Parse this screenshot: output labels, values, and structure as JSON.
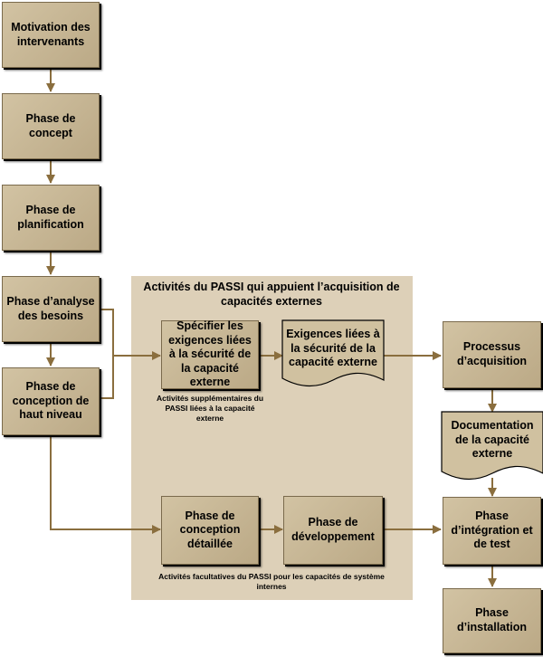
{
  "panel": {
    "title": "Activités du PASSI qui appuient l’acquisition de capacités externes",
    "note_top": "Activités supplémentaires du PASSI liées à la capacité externe",
    "note_bottom": "Activités facultatives du PASSI pour les capacités de système internes"
  },
  "boxes": {
    "motivation": "Motivation des intervenants",
    "concept": "Phase de concept",
    "planification": "Phase de planification",
    "analyse": "Phase d’analyse des besoins",
    "conception_haut": "Phase de conception de haut niveau",
    "specifier": "Spécifier les exigences liées à la sécurité de la capacité externe",
    "conception_detaillee": "Phase de conception détaillée",
    "developpement": "Phase de développement",
    "processus": "Processus d’acquisition",
    "integration": "Phase d’intégration et de test",
    "installation": "Phase d’installation"
  },
  "documents": {
    "exigences": "Exigences liées à la sécurité de la capacité externe",
    "documentation": "Documentation de la capacité externe"
  },
  "colors": {
    "box_fill": "#c7b897",
    "panel_fill": "#ddd0b8",
    "arrow": "#8a6e3e"
  }
}
